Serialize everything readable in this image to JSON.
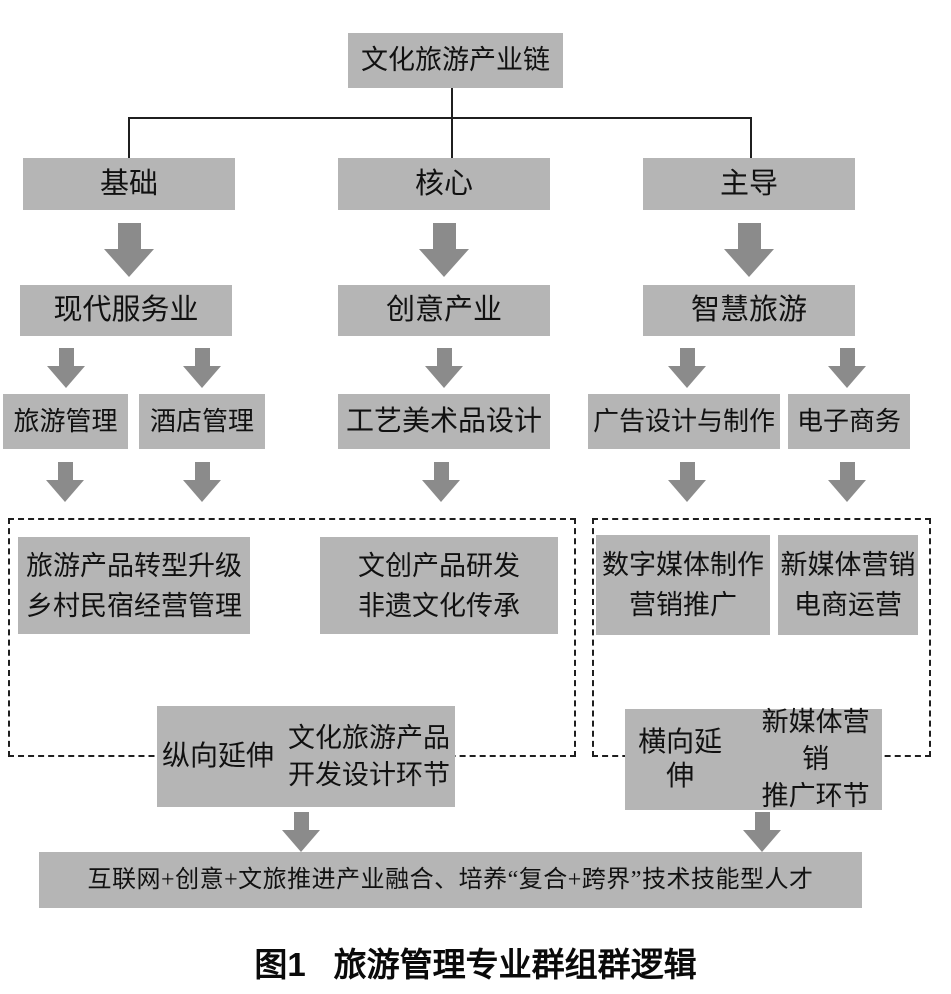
{
  "diagram": {
    "root": "文化旅游产业链",
    "tier1": [
      "基础",
      "核心",
      "主导"
    ],
    "tier2": [
      "现代服务业",
      "创意产业",
      "智慧旅游"
    ],
    "tier3": [
      "旅游管理",
      "酒店管理",
      "工艺美术品设计",
      "广告设计与制作",
      "电子商务"
    ],
    "tier4": [
      {
        "line1": "旅游产品转型升级",
        "line2": "乡村民宿经营管理"
      },
      {
        "line1": "文创产品研发",
        "line2": "非遗文化传承"
      },
      {
        "line1": "数字媒体制作",
        "line2": "营销推广"
      },
      {
        "line1": "新媒体营销",
        "line2": "电商运营"
      }
    ],
    "tier5": [
      {
        "label": "纵向延伸",
        "line1": "文化旅游产品",
        "line2": "开发设计环节"
      },
      {
        "label": "横向延伸",
        "line1": "新媒体营销",
        "line2": "推广环节"
      }
    ],
    "conclusion": "互联网+创意+文旅推进产业融合、培养“复合+跨界”技术技能型人才",
    "caption": {
      "fig": "图1",
      "title": "旅游管理专业群组群逻辑"
    }
  },
  "colors": {
    "box_fill": "#b5b5b5",
    "arrow": "#8b8b8b",
    "line": "#1f1f1f",
    "text": "#111111",
    "background": "#ffffff"
  }
}
